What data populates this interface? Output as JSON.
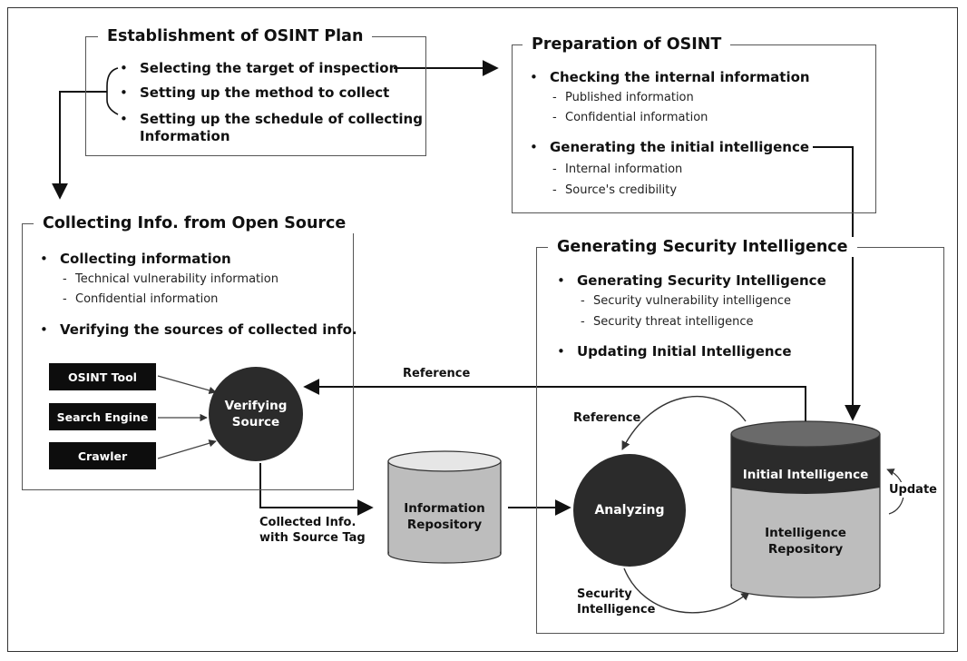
{
  "plan": {
    "title": "Establishment of OSINT Plan",
    "items": [
      "Selecting the target of inspection",
      "Setting up the method to collect",
      "Setting up the schedule of collecting",
      "Information"
    ]
  },
  "prep": {
    "title": "Preparation of OSINT",
    "bullet1": "Checking the internal information",
    "bullet1_subs": [
      "Published information",
      "Confidential information"
    ],
    "bullet2": "Generating the initial intelligence",
    "bullet2_subs": [
      "Internal information",
      "Source's credibility"
    ]
  },
  "collect": {
    "title": "Collecting Info. from Open Source",
    "bullet1": "Collecting information",
    "bullet1_subs": [
      "Technical vulnerability information",
      "Confidential information"
    ],
    "bullet2": "Verifying the sources of collected info."
  },
  "gen": {
    "title": "Generating Security Intelligence",
    "bullet1": "Generating Security Intelligence",
    "bullet1_subs": [
      "Security vulnerability intelligence",
      "Security threat intelligence"
    ],
    "bullet2": "Updating Initial Intelligence"
  },
  "tools": [
    "OSINT Tool",
    "Search Engine",
    "Crawler"
  ],
  "nodes": {
    "verify": [
      "Verifying",
      "Source"
    ],
    "analyzing": "Analyzing",
    "info_repo": [
      "Information",
      "Repository"
    ],
    "initial_intel": "Initial Intelligence",
    "intel_repo": [
      "Intelligence",
      "Repository"
    ]
  },
  "labels": {
    "reference_top": "Reference",
    "reference_inner": "Reference",
    "collected": [
      "Collected Info.",
      "with Source Tag"
    ],
    "security_intel": [
      "Security",
      "Intelligence"
    ],
    "update": "Update"
  }
}
